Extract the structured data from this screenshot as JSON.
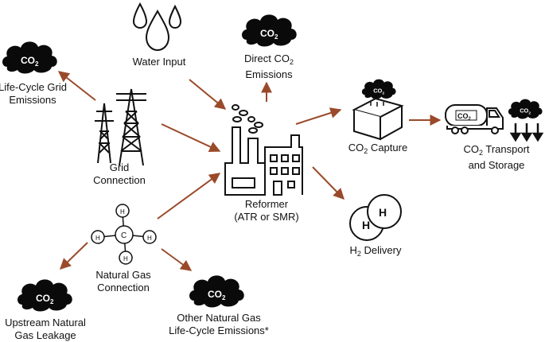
{
  "colors": {
    "arrow": "#9a4a2a",
    "ink": "#111111",
    "cloud": "#0a0a0a",
    "cloud_text": "#ffffff"
  },
  "cloud_text": {
    "main": "CO",
    "sub": "2"
  },
  "nodes": {
    "water_input": {
      "line1": "Water Input",
      "icon": "water-drops-icon"
    },
    "direct_co2": {
      "line1_pre": "Direct CO",
      "line1_sub": "2",
      "line2": "Emissions",
      "icon": "co2-cloud-icon"
    },
    "lifecycle_grid": {
      "line1": "Life-Cycle Grid",
      "line2": "Emissions",
      "icon": "co2-cloud-icon"
    },
    "grid_connection": {
      "line1": "Grid",
      "line2": "Connection",
      "icon": "transmission-tower-icon"
    },
    "reformer": {
      "line1": "Reformer",
      "line2": "(ATR or SMR)",
      "icon": "factory-icon"
    },
    "co2_capture": {
      "line1_pre": "CO",
      "line1_sub": "2",
      "line1_post": " Capture",
      "icon": "capture-box-icon"
    },
    "co2_transport": {
      "line1_pre": "CO",
      "line1_sub": "2",
      "line1_post": " Transport",
      "line2": "and Storage",
      "icon": "tanker-truck-icon"
    },
    "h2_delivery": {
      "line1_pre": "H",
      "line1_sub": "2",
      "line1_post": " Delivery",
      "icon": "hydrogen-molecule-icon"
    },
    "natural_gas": {
      "line1": "Natural Gas",
      "line2": "Connection",
      "icon": "methane-molecule-icon"
    },
    "upstream_ng": {
      "line1": "Upstream Natural",
      "line2": "Gas Leakage",
      "icon": "co2-cloud-icon"
    },
    "other_ng": {
      "line1": "Other Natural Gas",
      "line2": "Life-Cycle Emissions*",
      "icon": "co2-cloud-icon"
    }
  },
  "molecules": {
    "methane_center": "C",
    "hydrogen": "H"
  }
}
